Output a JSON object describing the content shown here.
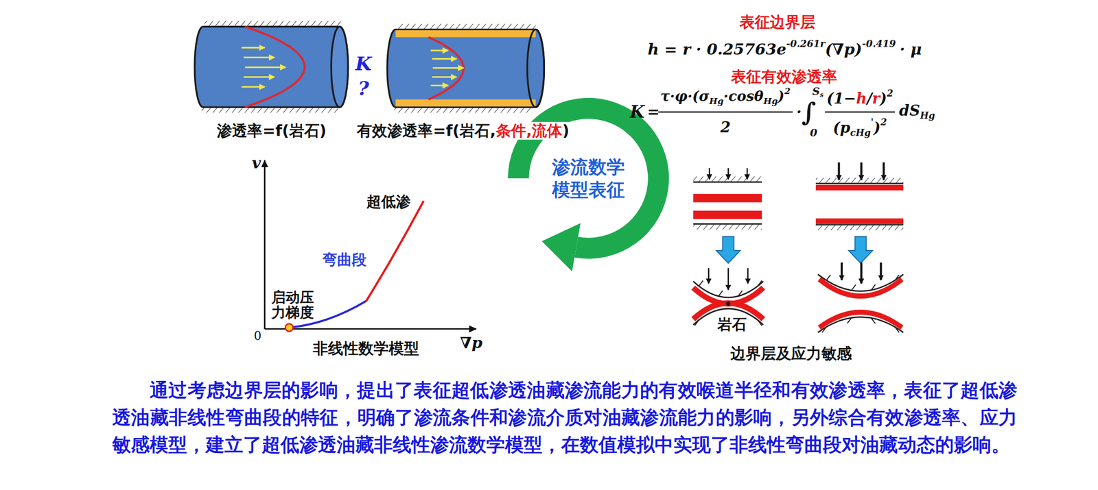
{
  "diagram": {
    "caption": "通过考虑边界层的影响，提出了表征超低渗透油藏渗流能力的有效喉道半径和有效渗透率，表征了超低渗透油藏非线性弯曲段的特征，明确了渗流条件和渗流介质对油藏渗流能力的影响，另外综合有效渗透率、应力敏感模型，建立了超低渗透油藏非线性渗流数学模型，在数值模拟中实现了非线性弯曲段对油藏动态的影响。",
    "nodes": [
      {
        "text": [
          "渗流数学模型表征"
        ]
      }
    ],
    "labels": [
      "K",
      "?",
      "渗透率=f(岩石)",
      "有效渗透率=f(岩石,",
      "条件,流体",
      ")",
      "v",
      "超低渗",
      "弯曲段",
      "启动压力梯度",
      "0",
      "非线性数学模型",
      "∇p",
      "表征边界层",
      "h = r · 0.25763e",
      "-0.261r",
      "(∇p)",
      "-0.419",
      "· μ",
      "表征有效渗透率",
      "K",
      "=",
      "τ·φ·(σ",
      "Hg",
      "·cosθ",
      "Hg",
      ")",
      "2",
      "2",
      "·",
      "∫",
      "S",
      "s",
      "0",
      "(1−",
      "h",
      "/",
      "r",
      ")",
      "2",
      "(p",
      "cHg",
      "'",
      ")",
      "2",
      "dS",
      "Hg",
      "岩石",
      "边界层及应力敏感"
    ]
  }
}
